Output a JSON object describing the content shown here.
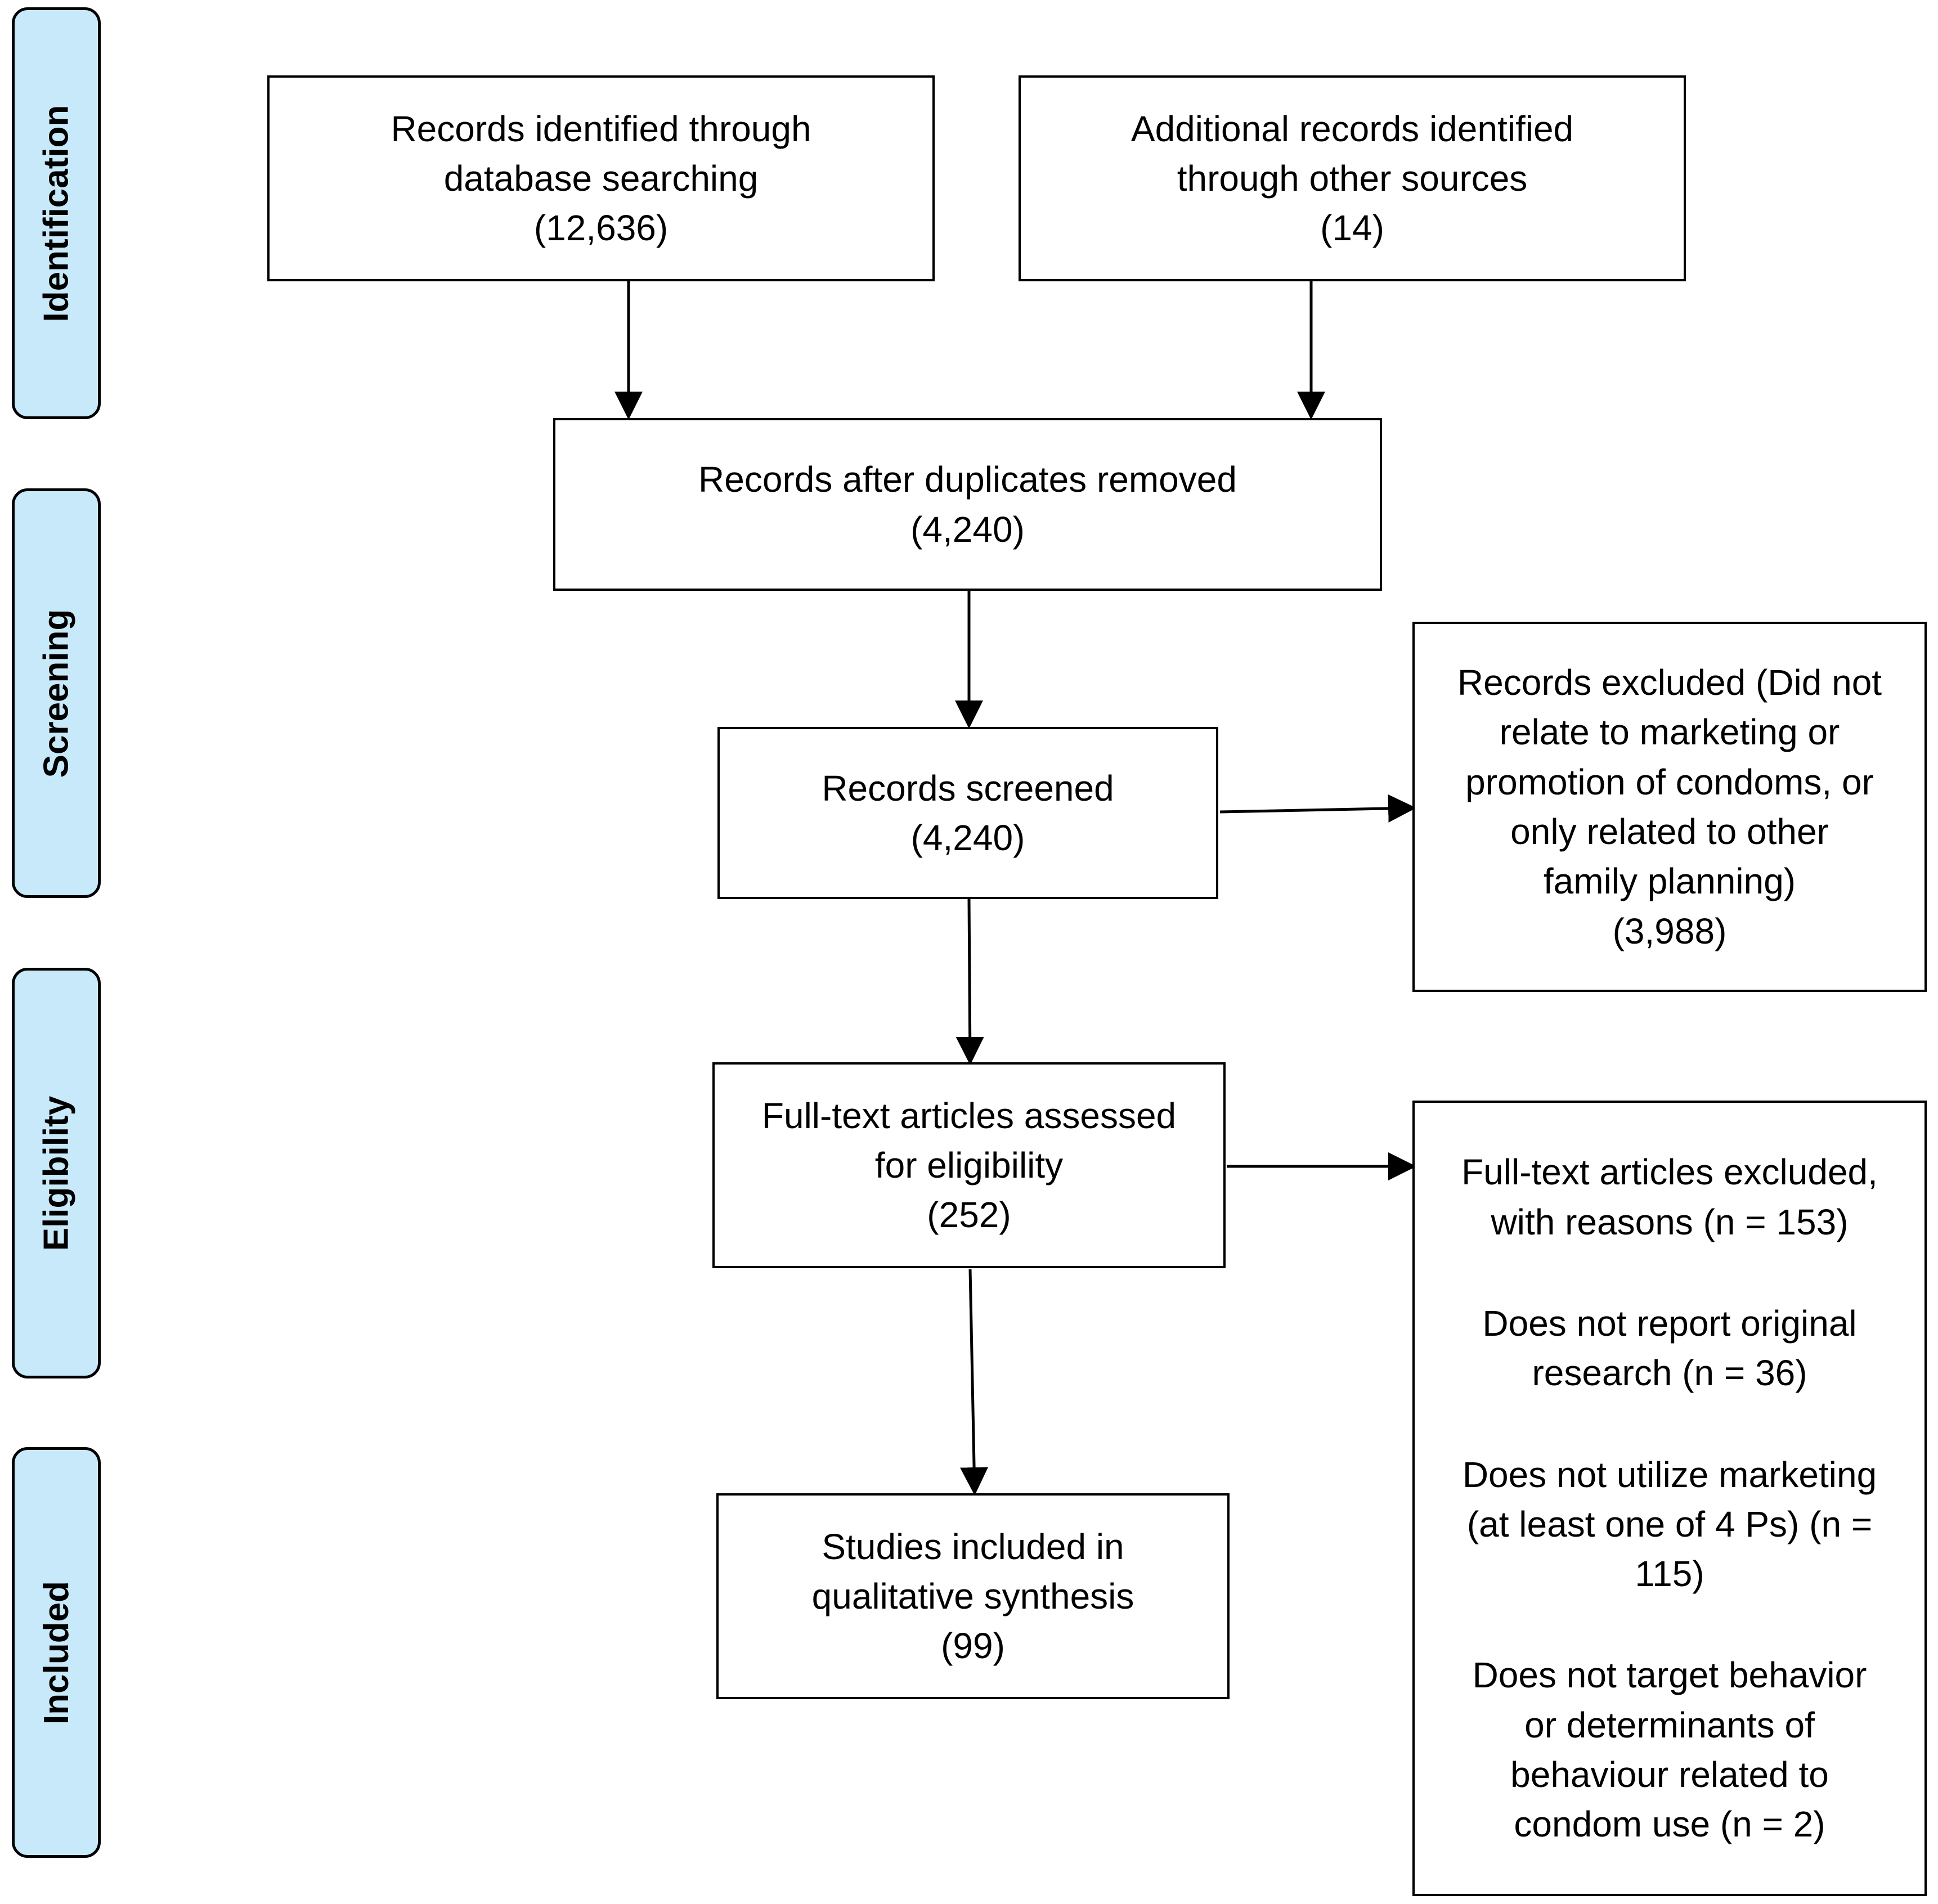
{
  "stages": [
    {
      "id": "identification",
      "label": "Identification"
    },
    {
      "id": "screening",
      "label": "Screening"
    },
    {
      "id": "eligibility",
      "label": "Eligibility"
    },
    {
      "id": "included",
      "label": "Included"
    }
  ],
  "boxes": {
    "database": {
      "lines": [
        "Records identified through",
        "database searching",
        "(12,636)"
      ]
    },
    "other_sources": {
      "lines": [
        "Additional records identified",
        "through other sources",
        "(14)"
      ]
    },
    "after_duplicates": {
      "lines": [
        "Records after duplicates removed",
        "(4,240)"
      ]
    },
    "screened": {
      "lines": [
        "Records screened",
        "(4,240)"
      ]
    },
    "records_excluded": {
      "lines": [
        "Records excluded (Did not",
        "relate to marketing or",
        "promotion of condoms, or",
        "only related to other",
        "family planning)",
        "(3,988)"
      ]
    },
    "full_text": {
      "lines": [
        "Full-text articles assessed",
        "for eligibility",
        "(252)"
      ]
    },
    "full_text_excluded": {
      "paragraphs": [
        [
          "Full-text articles excluded,",
          "with reasons (n = 153)"
        ],
        [
          "Does not report original",
          "research (n = 36)"
        ],
        [
          "Does not utilize marketing",
          "(at least one of 4 Ps) (n =",
          "115)"
        ],
        [
          "Does not target behavior",
          "or determinants of",
          "behaviour related to",
          "condom use (n = 2)"
        ]
      ]
    },
    "included": {
      "lines": [
        "Studies included in",
        "qualitative synthesis",
        "(99)"
      ]
    }
  }
}
